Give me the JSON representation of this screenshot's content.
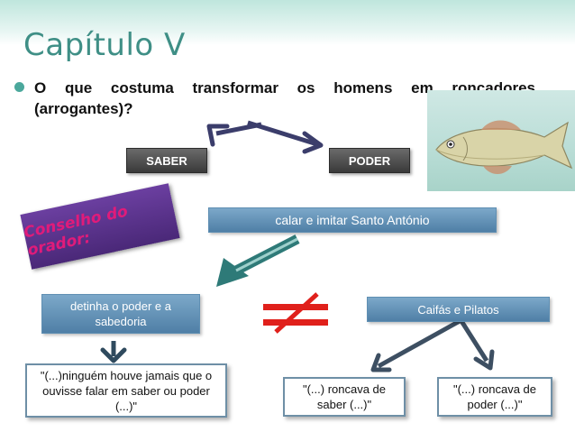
{
  "title": "Capítulo V",
  "question": "O que costuma transformar os homens em roncadores (arrogantes)?",
  "advice_label": "Conselho do orador:",
  "nodes": {
    "saber": "SABER",
    "poder": "PODER",
    "calar": "calar e imitar  Santo António",
    "detinha": "detinha o poder e a sabedoria",
    "caifas": "Caifás e Pilatos",
    "ninguem": "\"(...)ninguém houve jamais que o ouvisse falar em saber ou poder (...)\"",
    "roncava_saber": "\"(...) roncava de saber (...)\"",
    "roncava_poder": "\"(...) roncava de poder (...)\""
  },
  "colors": {
    "title": "#3f8f86",
    "bullet": "#4ba89c",
    "advice_bg": "#5a3290",
    "advice_text": "#e01b7a",
    "arrow_navy": "#3b3d6b",
    "arrow_teal": "#2e7a78",
    "not_equal": "#e0201b"
  },
  "icons": [
    "fish-image",
    "not-equal-sign"
  ]
}
